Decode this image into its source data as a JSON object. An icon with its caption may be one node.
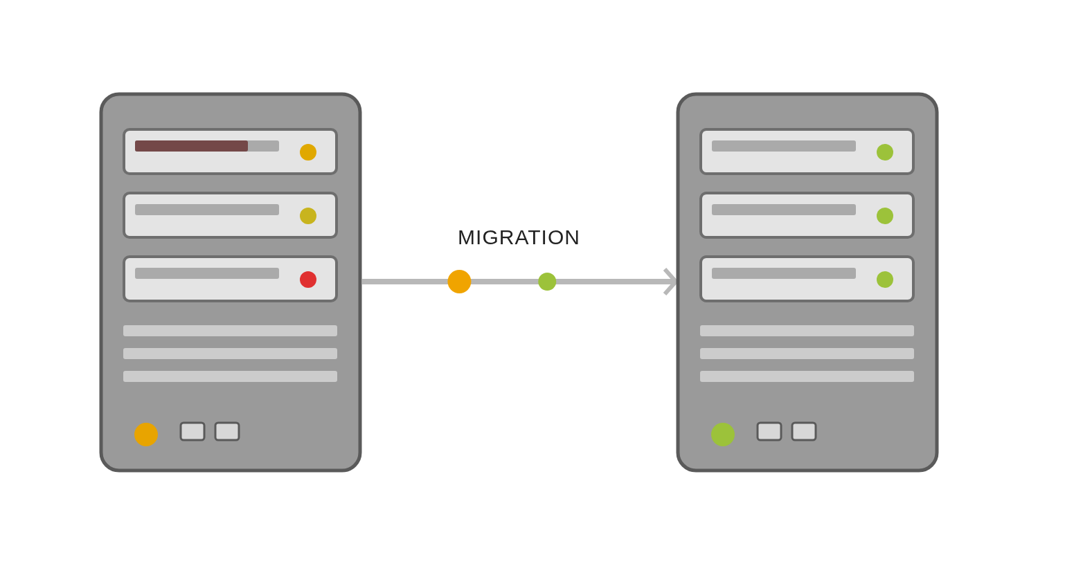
{
  "diagram": {
    "nodes": [
      {
        "text": [],
        "shape": "picture"
      },
      {
        "text": [],
        "shape": "picture"
      }
    ],
    "edges": [
      {
        "from": 0,
        "to": 1,
        "arrow": "to",
        "label": "MIGRATION"
      }
    ]
  }
}
